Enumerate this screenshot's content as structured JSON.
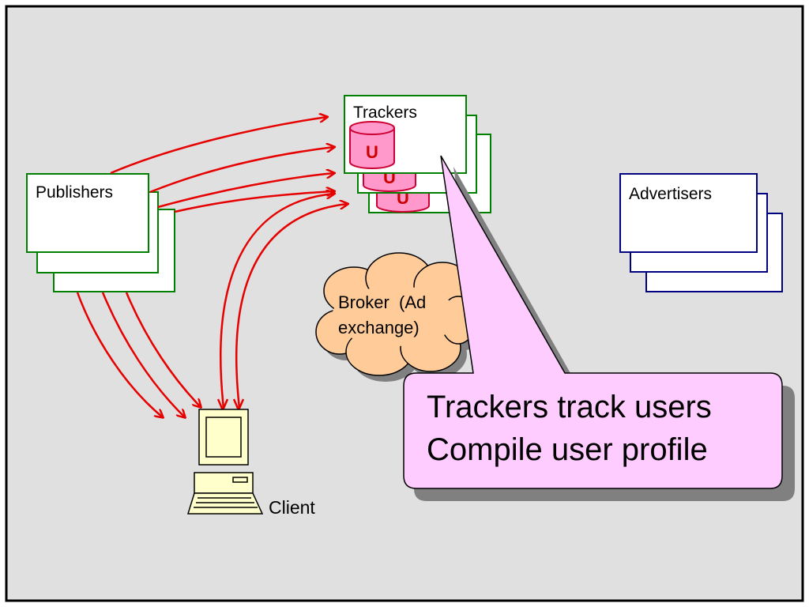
{
  "diagram": {
    "trackers": {
      "label": "Trackers",
      "db_letter": "U"
    },
    "publishers": {
      "label": "Publishers"
    },
    "advertisers": {
      "label": "Advertisers"
    },
    "broker": {
      "line1": "Broker  (Ad",
      "line2": "exchange)"
    },
    "client": {
      "label": "Client"
    },
    "callout": {
      "line1": "Trackers track users",
      "line2": "Compile user profile"
    }
  },
  "colors": {
    "background": "#e0e0e0",
    "frame": "#000000",
    "publisher_border": "#008000",
    "tracker_border": "#008000",
    "advertiser_border": "#000080",
    "arrow": "#e60000",
    "db_fill": "#ff99cc",
    "db_stroke": "#cc0033",
    "db_letter": "#cc0000",
    "cloud_fill": "#ffcc99",
    "callout_fill": "#ffccff",
    "computer_fill": "#ffffcc"
  }
}
